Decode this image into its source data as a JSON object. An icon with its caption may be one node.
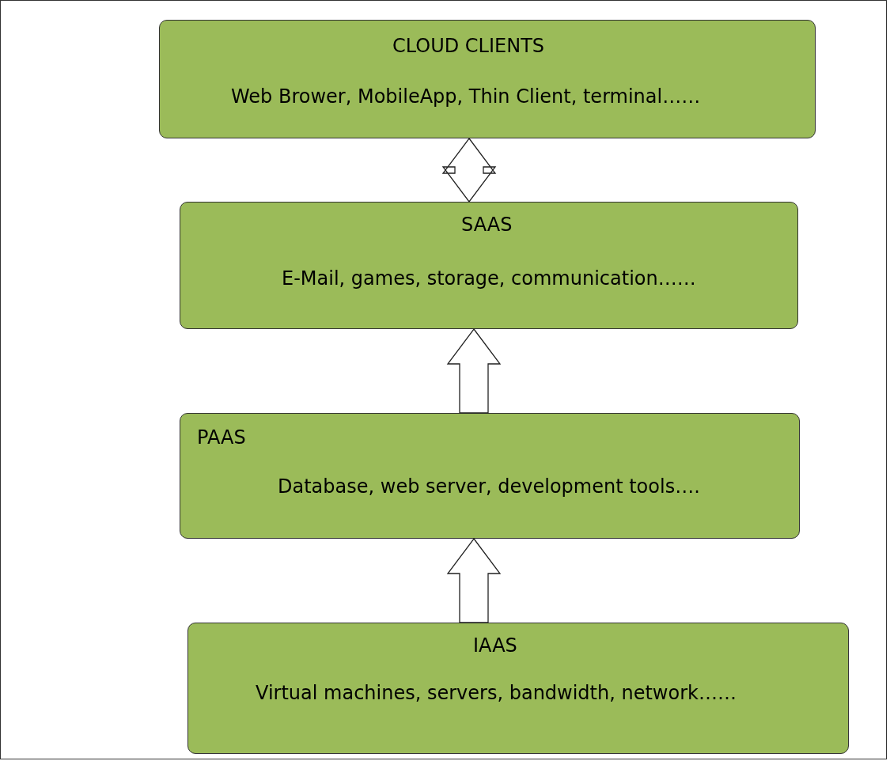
{
  "diagram": {
    "nodes": [
      {
        "text": [
          "CLOUD CLIENTS",
          "Web Brower, MobileApp, Thin Client, terminal……"
        ]
      },
      {
        "text": [
          "SAAS",
          "E-Mail, games, storage, communication……"
        ]
      },
      {
        "text": [
          "PAAS",
          "Database, web server, development tools…."
        ]
      },
      {
        "text": [
          "IAAS",
          "Virtual machines, servers, bandwidth, network……"
        ]
      }
    ],
    "edges": [
      {
        "from": 0,
        "to": 1,
        "arrow": "both"
      },
      {
        "from": 2,
        "to": 1,
        "arrow": "to"
      },
      {
        "from": 3,
        "to": 2,
        "arrow": "to"
      }
    ]
  }
}
